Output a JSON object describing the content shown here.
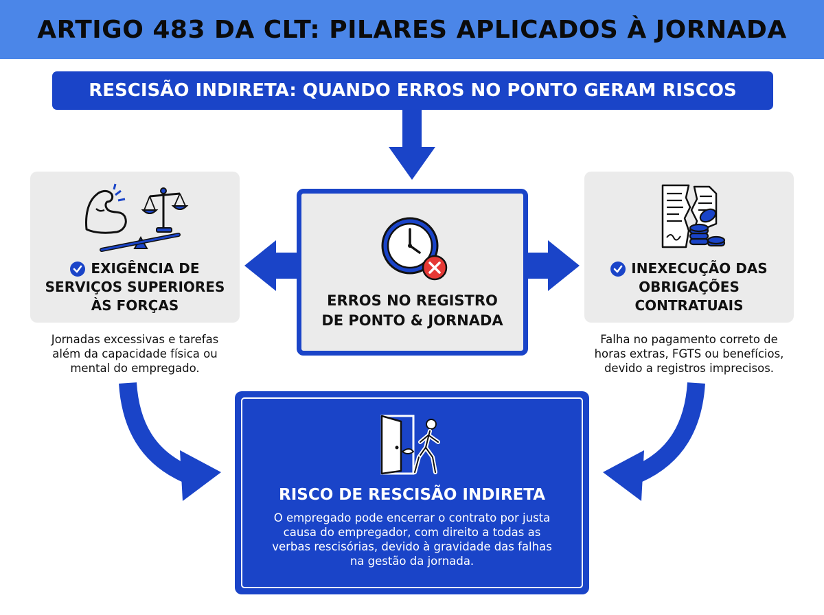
{
  "header": {
    "title": "ARTIGO 483 DA CLT: PILARES APLICADOS À JORNADA"
  },
  "banner": {
    "text": "RESCISÃO INDIRETA: QUANDO ERROS NO PONTO GERAM RISCOS"
  },
  "center": {
    "title_line1": "ERROS NO REGISTRO",
    "title_line2": "DE PONTO & JORNADA",
    "icon": "clock-error-icon"
  },
  "left": {
    "title_line1": "EXIGÊNCIA DE",
    "title_line2": "SERVIÇOS SUPERIORES",
    "title_line3": "ÀS FORÇAS",
    "desc_line1": "Jornadas excessivas e tarefas",
    "desc_line2": "além da capacidade física ou",
    "desc_line3": "mental do empregado.",
    "icon": "strength-scales-icon"
  },
  "right": {
    "title_line1": "INEXECUÇÃO DAS",
    "title_line2": "OBRIGAÇÕES",
    "title_line3": "CONTRATUAIS",
    "desc_line1": "Falha no pagamento correto de",
    "desc_line2": "horas extras, FGTS ou benefícios,",
    "desc_line3": "devido a registros imprecisos.",
    "icon": "broken-contract-coins-icon"
  },
  "bottom": {
    "title": "RISCO DE RESCISÃO INDIRETA",
    "text_line1": "O empregado pode encerrar o contrato por justa",
    "text_line2": "causa do empregador, com direito a todas as",
    "text_line3": "verbas rescisórias, devido à gravidade das falhas",
    "text_line4": "na gestão da jornada.",
    "icon": "exit-door-icon"
  },
  "colors": {
    "header_bg": "#4b86e8",
    "primary_blue": "#1a44c8",
    "panel_gray": "#ebebeb",
    "error_red": "#e53935"
  }
}
